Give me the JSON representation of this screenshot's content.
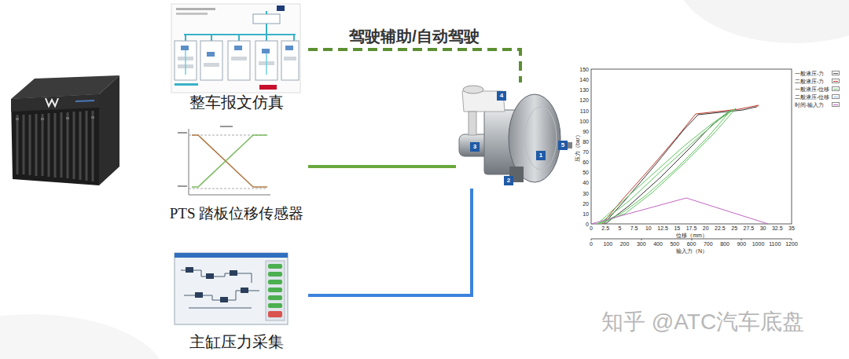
{
  "diagram": {
    "nodes": [
      {
        "text": [
          "整车报文仿真"
        ]
      },
      {
        "text": [
          "PTS 踏板位移传感器"
        ]
      },
      {
        "text": [
          "主缸压力采集"
        ]
      },
      {
        "text": [
          "4",
          "3",
          "1",
          "5",
          "2"
        ]
      }
    ],
    "edges": [
      {
        "from": 0,
        "to": 3,
        "arrow": "none",
        "label": "驾驶辅助/自动驾驶"
      },
      {
        "from": 1,
        "to": 3,
        "arrow": "none"
      },
      {
        "from": 2,
        "to": 3,
        "arrow": "none"
      }
    ],
    "labels": [
      "0",
      "10",
      "20",
      "30",
      "40",
      "50",
      "60",
      "70",
      "80",
      "90",
      "100",
      "110",
      "120",
      "130",
      "140",
      "150",
      "0",
      "2.5",
      "5",
      "7.5",
      "10",
      "12.5",
      "15",
      "17.5",
      "20",
      "22.5",
      "25",
      "27.5",
      "30",
      "32.5",
      "35",
      "0",
      "100",
      "200",
      "300",
      "400",
      "500",
      "600",
      "700",
      "800",
      "900",
      "1000",
      "1100",
      "1200",
      "压力（bar）",
      "位移（mm）",
      "输入力（N）",
      "知乎 @ATC汽车底盘"
    ],
    "legend": [
      {
        "text": "一般液压-力"
      },
      {
        "text": "二般液压-力"
      },
      {
        "text": "一般液压-位移"
      },
      {
        "text": "二般液压-位移"
      },
      {
        "text": "时间-输入力"
      }
    ]
  }
}
